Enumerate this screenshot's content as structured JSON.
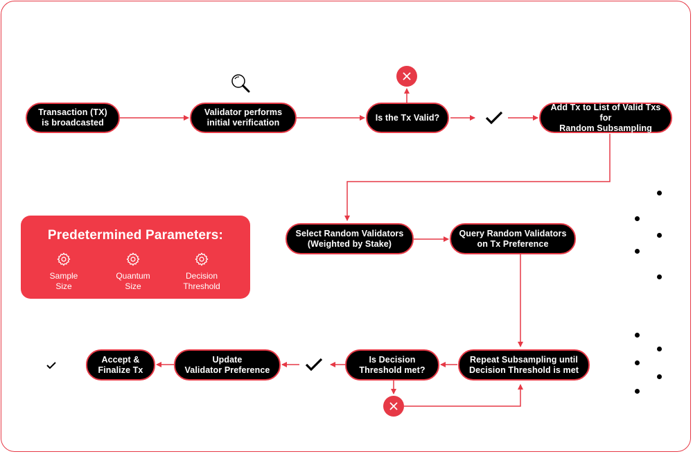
{
  "nodes": {
    "tx_broadcast": [
      "Transaction (TX)",
      "is broadcasted"
    ],
    "validator_verify": [
      "Validator performs",
      "initial verification"
    ],
    "is_tx_valid": [
      "Is the Tx Valid?"
    ],
    "add_tx_list": [
      "Add Tx to List of Valid Txs for",
      "Random Subsampling"
    ],
    "select_validators": [
      "Select Random Validators",
      "(Weighted by Stake)"
    ],
    "query_validators": [
      "Query Random Validators",
      "on Tx Preference"
    ],
    "repeat_subsampling": [
      "Repeat Subsampling until",
      "Decision Threshold is met"
    ],
    "is_threshold_met": [
      "Is Decision",
      "Threshold met?"
    ],
    "update_preference": [
      "Update",
      "Validator Preference"
    ],
    "accept_finalize": [
      "Accept &",
      "Finalize Tx"
    ]
  },
  "parameters": {
    "title": "Predetermined Parameters:",
    "items": [
      [
        "Sample",
        "Size"
      ],
      [
        "Quantum",
        "Size"
      ],
      [
        "Decision",
        "Threshold"
      ]
    ]
  },
  "icons": {
    "search": "magnifier-icon",
    "reject": "x-circle-icon",
    "approve": "checkmark-icon",
    "parameter": "gear-icon"
  },
  "colors": {
    "accent": "#e63946",
    "panel": "#f03a47",
    "node": "#000000",
    "text_on_dark": "#ffffff"
  }
}
